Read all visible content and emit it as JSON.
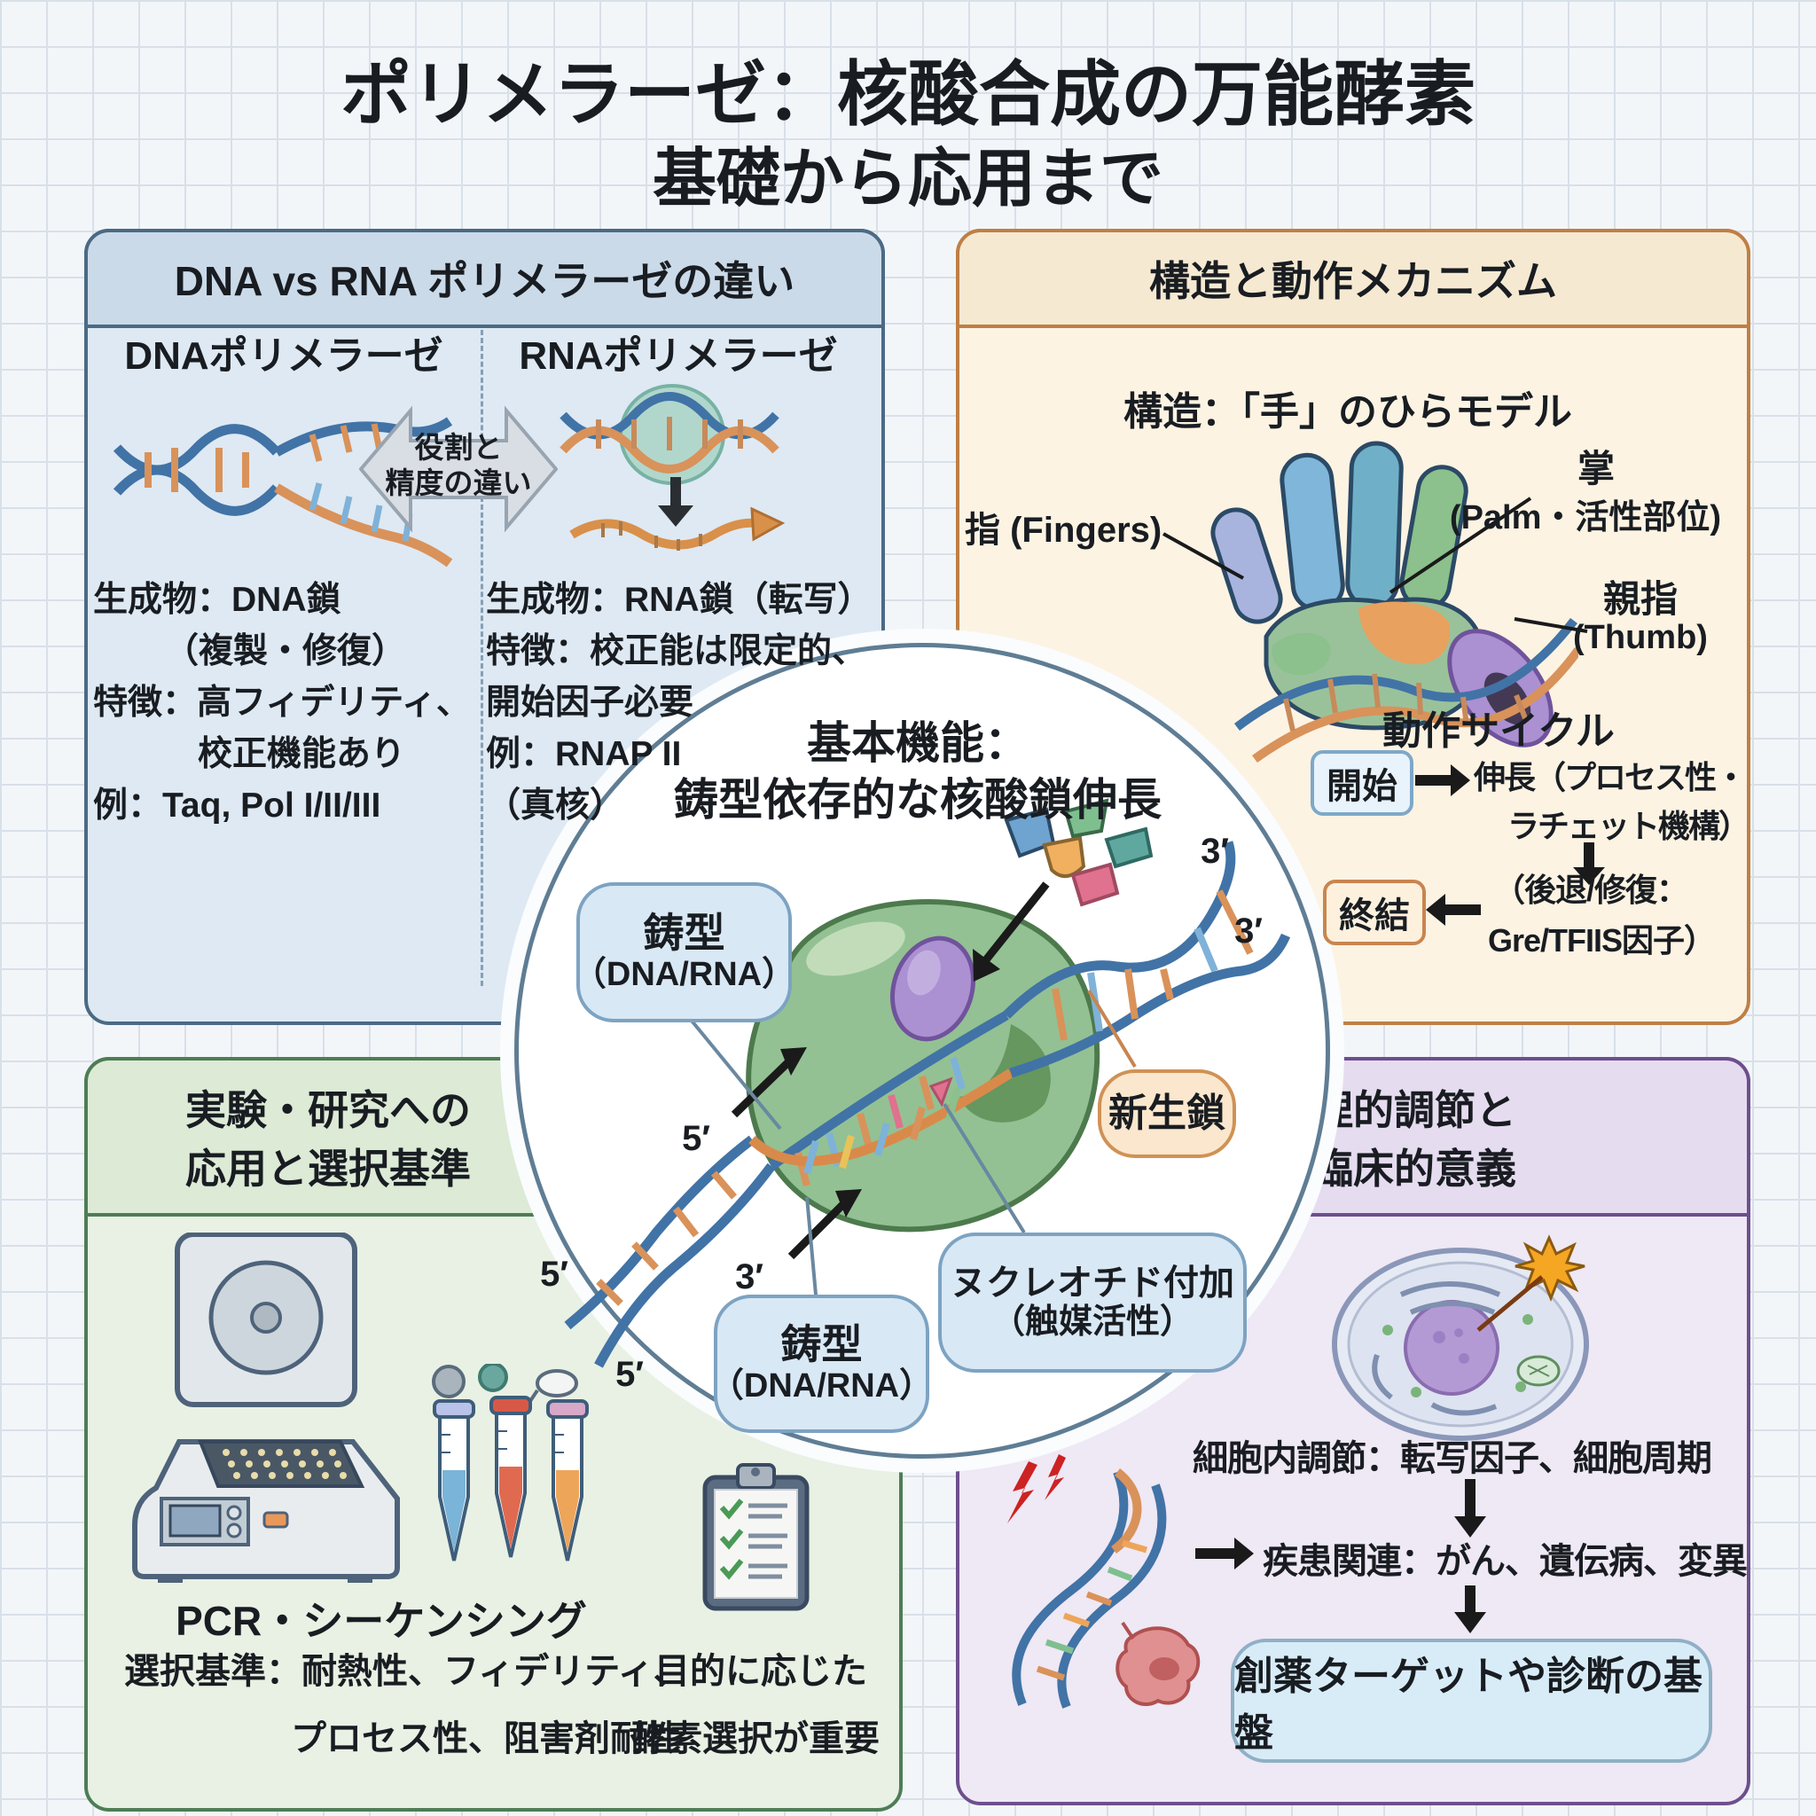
{
  "title": {
    "line1": "ポリメラーゼ：核酸合成の万能酵素",
    "line2": "基礎から応用まで"
  },
  "colors": {
    "blue_panel_border": "#4a6a85",
    "orange_panel_border": "#bf7f45",
    "green_panel_border": "#4e7d55",
    "purple_panel_border": "#6d4f8d",
    "circle_border": "#5f7d94",
    "accent_orange": "#c8854f",
    "accent_blue": "#7da3c2"
  },
  "panels": {
    "dna_vs_rna": {
      "header": "DNA vs RNA ポリメラーゼの違い",
      "left_column_title": "DNAポリメラーゼ",
      "right_column_title": "RNAポリメラーゼ",
      "arrow_label_line1": "役割と",
      "arrow_label_line2": "精度の違い",
      "left_lines": [
        "生成物：DNA鎖",
        "（複製・修復）",
        "特徴：高フィデリティ、",
        "校正機能あり",
        "例：Taq, Pol I/II/III"
      ],
      "right_lines": [
        "生成物：RNA鎖（転写）",
        "特徴：校正能は限定的、",
        "開始因子必要",
        "例：RNAP II",
        "（真核）"
      ]
    },
    "structure": {
      "header": "構造と動作メカニズム",
      "subtitle": "構造：「手」のひらモデル",
      "fingers_label": "指 (Fingers)",
      "palm_label_line1": "掌",
      "palm_label_line2": "(Palm・活性部位)",
      "thumb_label_line1": "親指",
      "thumb_label_line2": "(Thumb)",
      "cycle_title": "動作サイクル",
      "start_label": "開始",
      "elongation_line1": "伸長（プロセス性・",
      "elongation_line2": "ラチェット機構）",
      "termination_label": "終結",
      "backtrack_line1": "（後退/修復：",
      "backtrack_line2": "Gre/TFIIS因子）"
    },
    "applications": {
      "header_line1": "実験・研究への",
      "header_line2": "応用と選択基準",
      "caption": "PCR・シーケンシング",
      "criteria_line1": "選択基準：耐熱性、フィデリティ、",
      "criteria_line2": "プロセス性、阻害剤耐性",
      "note_line1": "目的に応じた",
      "note_line2": "酵素選択が重要"
    },
    "clinical": {
      "header_line1": "生理的調節と",
      "header_line2": "臨床的意義",
      "regulation_text": "細胞内調節：転写因子、細胞周期",
      "disease_text": "疾患関連：がん、遺伝病、変異",
      "outcome_text": "創薬ターゲットや診断の基盤"
    }
  },
  "center": {
    "title_line1": "基本機能：",
    "title_line2": "鋳型依存的な核酸鎖伸長",
    "template_upper": {
      "line1": "鋳型",
      "line2": "（DNA/RNA）"
    },
    "template_lower": {
      "line1": "鋳型",
      "line2": "（DNA/RNA）"
    },
    "nascent_label": "新生鎖",
    "nucleotide_label": {
      "line1": "ヌクレオチド付加",
      "line2": "（触媒活性）"
    },
    "ends": {
      "p3a": "3′",
      "p3b": "3′",
      "p3c": "3′",
      "p5a": "5′",
      "p5b": "5′",
      "p5c": "5′"
    }
  }
}
